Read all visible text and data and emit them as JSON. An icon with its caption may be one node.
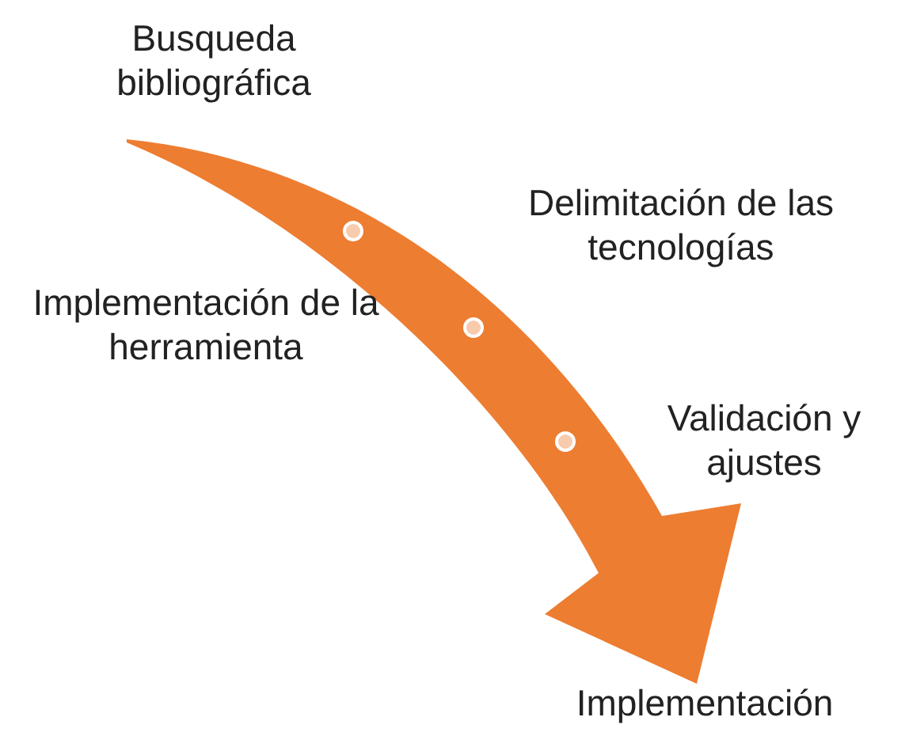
{
  "diagram": {
    "labels": [
      "Busqueda bibliográfica",
      "Delimitación de las tecnologías",
      "Implementación de la herramienta",
      "Validación y ajustes",
      "Implementación"
    ]
  }
}
